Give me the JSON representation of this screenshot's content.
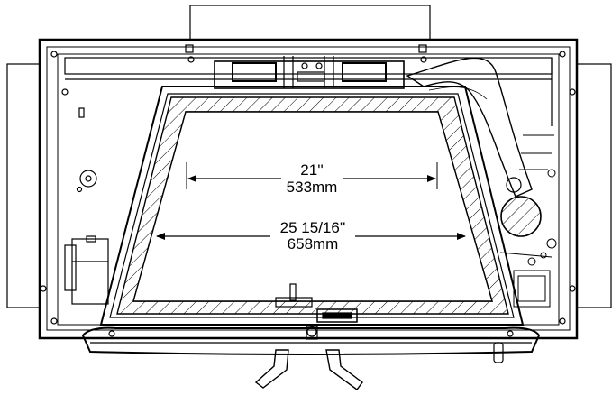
{
  "drawing": {
    "dimensions": [
      {
        "imperial": "21''",
        "metric": "533mm"
      },
      {
        "imperial": "25 15/16''",
        "metric": "658mm"
      }
    ]
  }
}
